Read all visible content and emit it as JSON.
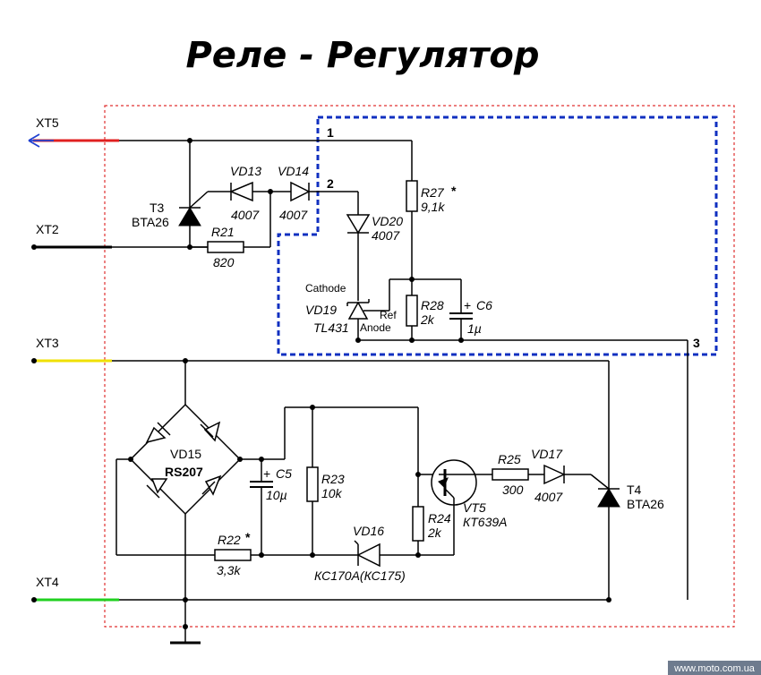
{
  "title": "Реле - Регулятор",
  "watermark": "www.moto.com.ua",
  "colors": {
    "xt5_wire": "#e02020",
    "xt5_arrow": "#2040d0",
    "xt2_wire": "#000000",
    "xt3_wire": "#f0e000",
    "xt4_wire": "#20d020",
    "outer_border": "#e03030",
    "inner_border": "#1030c0"
  },
  "connectors": {
    "xt5": "XT5",
    "xt2": "XT2",
    "xt3": "XT3",
    "xt4": "XT4"
  },
  "nodes": {
    "n1": "1",
    "n2": "2",
    "n3": "3"
  },
  "components": {
    "t3": {
      "name": "T3",
      "type": "BTA26"
    },
    "t4": {
      "name": "T4",
      "type": "BTA26"
    },
    "vd13": {
      "name": "VD13",
      "value": "4007"
    },
    "vd14": {
      "name": "VD14",
      "value": "4007"
    },
    "vd20": {
      "name": "VD20",
      "value": "4007"
    },
    "vd17": {
      "name": "VD17",
      "value": "4007"
    },
    "r21": {
      "name": "R21",
      "value": "820"
    },
    "r27": {
      "name": "R27",
      "star": "*",
      "value": "9,1k"
    },
    "r28": {
      "name": "R28",
      "value": "2k"
    },
    "c6": {
      "name": "C6",
      "plus": "+",
      "value": "1µ"
    },
    "vd19": {
      "name": "VD19",
      "type": "TL431",
      "cathode": "Cathode",
      "ref": "Ref",
      "anode": "Anode"
    },
    "vd15": {
      "name": "VD15",
      "type": "RS207"
    },
    "c5": {
      "name": "C5",
      "plus": "+",
      "value": "10µ"
    },
    "r23": {
      "name": "R23",
      "value": "10k"
    },
    "r22": {
      "name": "R22",
      "star": "*",
      "value": "3,3k"
    },
    "vd16": {
      "name": "VD16",
      "value": "КС170А(КС175)"
    },
    "r24": {
      "name": "R24",
      "value": "2k"
    },
    "r25": {
      "name": "R25",
      "value": "300"
    },
    "vt5": {
      "name": "VT5",
      "type": "КТ639А"
    }
  }
}
